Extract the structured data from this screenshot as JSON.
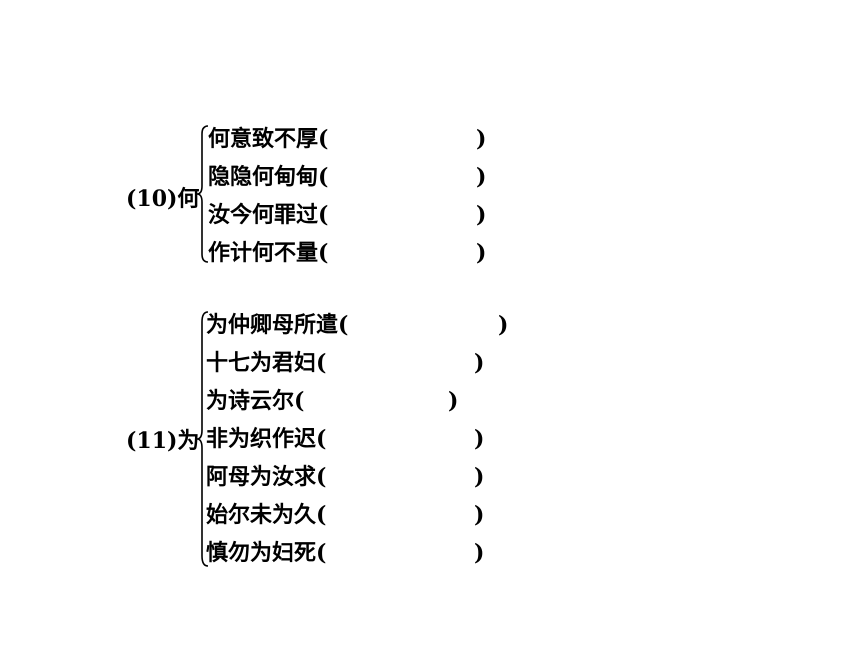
{
  "group10": {
    "label": "(10)何",
    "items": [
      {
        "text": "何意致不厚(",
        "close": ")"
      },
      {
        "text": "隐隐何甸甸(",
        "close": ")"
      },
      {
        "text": "汝今何罪过(",
        "close": ")"
      },
      {
        "text": "作计何不量(",
        "close": ")"
      }
    ]
  },
  "group11": {
    "label": "(11)为",
    "items": [
      {
        "text": "为仲卿母所遣(",
        "close": ")"
      },
      {
        "text": "十七为君妇(",
        "close": ")"
      },
      {
        "text": "为诗云尔(",
        "close": ")"
      },
      {
        "text": "非为织作迟(",
        "close": ")"
      },
      {
        "text": "阿母为汝求(",
        "close": ")"
      },
      {
        "text": "始尔未为久(",
        "close": ")"
      },
      {
        "text": "慎勿为妇死(",
        "close": ")"
      }
    ]
  }
}
